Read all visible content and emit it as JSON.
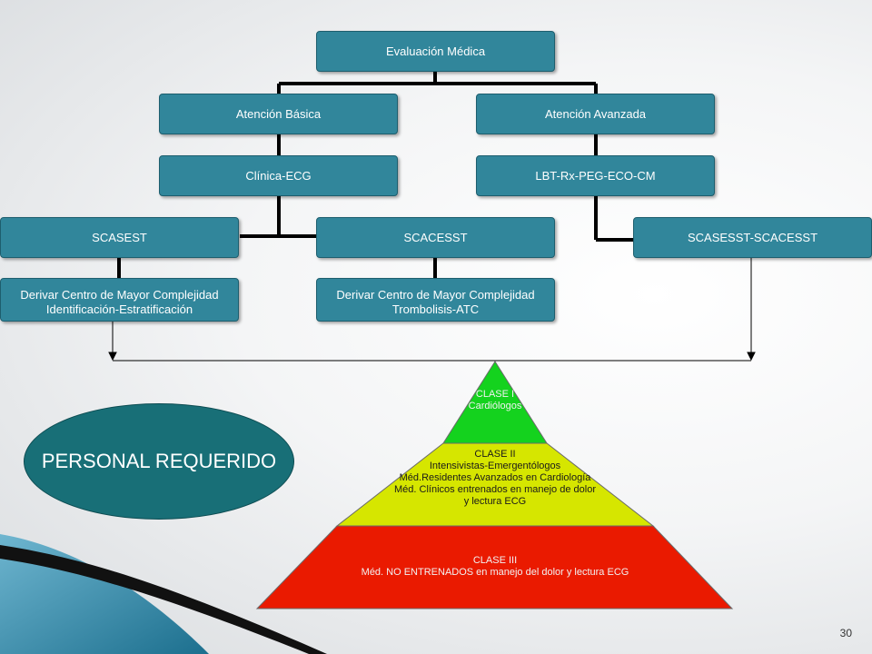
{
  "org": {
    "root": "Evaluación Médica",
    "basic": "Atención Básica",
    "advanced": "Atención Avanzada",
    "basic_tests": "Clínica-ECG",
    "advanced_tests": "LBT-Rx-PEG-ECO-CM",
    "scasest": "SCASEST",
    "scacesst": "SCACESST",
    "scasesst_scacesst": "SCASESST-SCACESST",
    "derive_1": {
      "line1": "Derivar Centro de Mayor Complejidad",
      "line2": "Identificación-Estratificación"
    },
    "derive_2": {
      "line1": "Derivar Centro de Mayor Complejidad",
      "line2": "Trombolisis-ATC"
    }
  },
  "personal_label": "PERSONAL REQUERIDO",
  "pyramid": {
    "class1": {
      "title": "CLASE I",
      "lines": [
        "Cardiólogos"
      ],
      "color": "#14d21e"
    },
    "class2": {
      "title": "CLASE II",
      "lines": [
        "Intensivistas-Emergentólogos",
        "Méd.Residentes Avanzados en Cardiología",
        "Méd. Clínicos entrenados en manejo de dolor",
        "y lectura ECG"
      ],
      "color": "#d6e600"
    },
    "class3": {
      "title": "CLASE III",
      "lines": [
        "Méd. NO ENTRENADOS  en manejo del dolor  y  lectura ECG"
      ],
      "color": "#ea1a00"
    }
  },
  "colors": {
    "box": "#31869b",
    "ellipse": "#186f77",
    "connector": "#000000"
  },
  "page_number": "30"
}
